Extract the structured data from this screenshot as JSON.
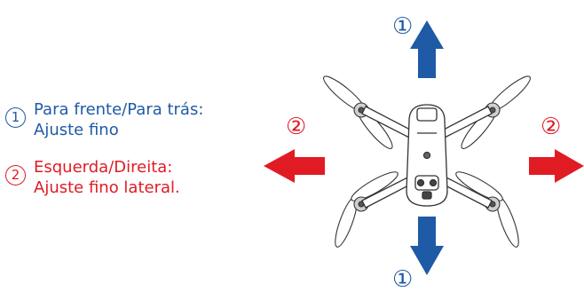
{
  "legend": {
    "forward_back": {
      "number": "1",
      "line1": "Para frente/Para trás:",
      "line2": "Ajuste fino"
    },
    "left_right": {
      "number": "2",
      "line1": "Esquerda/Direita:",
      "line2": "Ajuste fino lateral."
    }
  },
  "arrow_labels": {
    "top": "①",
    "bottom": "①",
    "left": "②",
    "right": "②"
  },
  "colors": {
    "forward_back": "#1f5aa6",
    "left_right": "#e01b24",
    "drone_outline": "#333333"
  }
}
